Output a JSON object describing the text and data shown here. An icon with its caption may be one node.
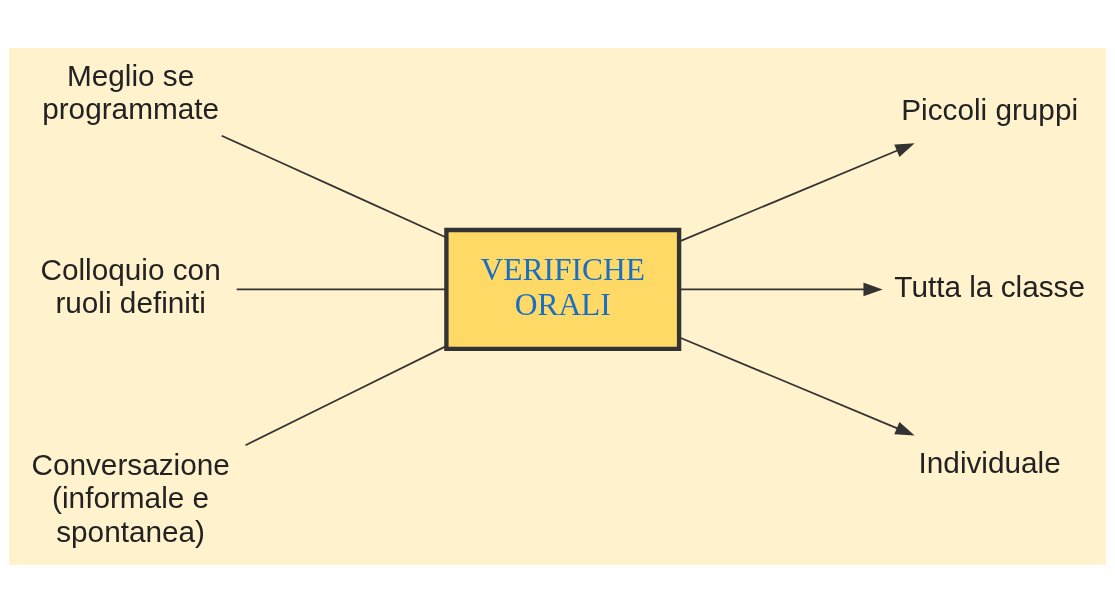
{
  "diagram": {
    "nodes": [
      {
        "text": [
          "VERIFICHE ORALI"
        ]
      },
      {
        "text": [
          "Meglio se programmate"
        ]
      },
      {
        "text": [
          "Colloquio con ruoli definiti"
        ]
      },
      {
        "text": [
          "Conversazione (informale e spontanea)"
        ]
      },
      {
        "text": [
          "Piccoli gruppi"
        ]
      },
      {
        "text": [
          "Tutta la classe"
        ]
      },
      {
        "text": [
          "Individuale"
        ]
      }
    ],
    "edges": [
      {
        "from": 1,
        "to": 0,
        "arrow": "none"
      },
      {
        "from": 2,
        "to": 0,
        "arrow": "none"
      },
      {
        "from": 3,
        "to": 0,
        "arrow": "none"
      },
      {
        "from": 0,
        "to": 4,
        "arrow": "to"
      },
      {
        "from": 0,
        "to": 5,
        "arrow": "to"
      },
      {
        "from": 0,
        "to": 6,
        "arrow": "to"
      }
    ]
  }
}
